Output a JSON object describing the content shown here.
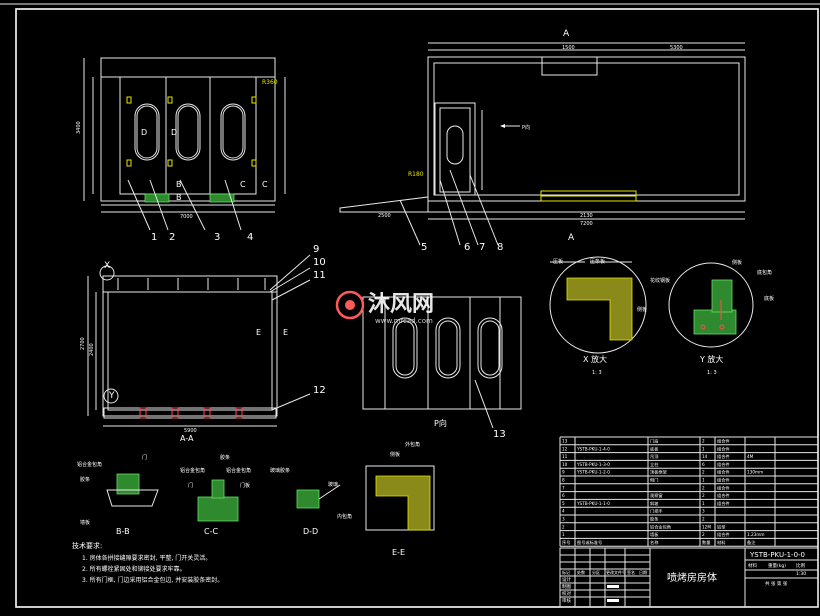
{
  "drawing": {
    "title": "喷烤房房体",
    "drawing_number": "YSTB-PKU-1-0-0",
    "watermark": "沐风网",
    "watermark_url": "www.mfcad.com"
  },
  "views": {
    "front_markers": {
      "d": "D",
      "b": "B",
      "c": "C"
    },
    "top_marker_a": "A",
    "view_aa": "A-A",
    "view_p": "P向",
    "p_arrow": "P向",
    "view_x": "X 放大",
    "view_x_scale": "1: 3",
    "view_y": "Y 放大",
    "view_y_scale": "1: 3",
    "view_bb": "B-B",
    "view_cc": "C-C",
    "view_dd": "D-D",
    "view_ee": "E-E",
    "marker_x": "X",
    "marker_y": "Y",
    "marker_e": "E"
  },
  "dimensions": {
    "front_width": "7000",
    "front_height": "3400",
    "radius": "R360",
    "top_left": "1500",
    "top_right": "5300",
    "side_total": "7200",
    "side_r": "R180",
    "side_2500": "2500",
    "side_2130": "2130",
    "aa_height": "2700",
    "aa_inner": "2400",
    "aa_width": "5900"
  },
  "callouts": [
    "1",
    "2",
    "3",
    "4",
    "5",
    "6",
    "7",
    "8",
    "9",
    "10",
    "11",
    "12",
    "13"
  ],
  "section_labels": {
    "x_top1": "压板",
    "x_top2": "压条板",
    "x_side": "侧板",
    "y_top1": "侧板",
    "y_left": "花纹钢板",
    "y_right1": "底包角",
    "y_right2": "底板",
    "bb_1": "铝合金包角",
    "bb_2": "门",
    "bb_3": "胶条",
    "bb_4": "墙板",
    "cc_1": "胶条",
    "cc_2": "铝合金包角",
    "cc_3": "铝合金包角",
    "cc_4": "门",
    "cc_5": "门板",
    "dd_1": "玻璃胶条",
    "dd_2": "玻璃",
    "ee_1": "侧板",
    "ee_2": "外包角",
    "ee_3": "内包角"
  },
  "notes": {
    "title": "技术要求:",
    "items": [
      "1. 房体各拼接缝隙要求密封, 平整, 门开关灵活。",
      "2. 所有螺栓紧固处和铆接处要求牢靠。",
      "3. 所有门框, 门边采用铝合金包边, 并安装胶条密封。"
    ]
  },
  "parts_list": {
    "rows": [
      {
        "no": "13",
        "code": "",
        "name": "门扇",
        "qty": "2",
        "mat": "组合件",
        "note": ""
      },
      {
        "no": "12",
        "code": "YSTB-PKU-1-4-0",
        "name": "底板",
        "qty": "1",
        "mat": "组合件",
        "note": ""
      },
      {
        "no": "11",
        "code": "",
        "name": "吊顶",
        "qty": "14",
        "mat": "组合件",
        "note": "4M"
      },
      {
        "no": "10",
        "code": "YSTB-PKU-1-3-0",
        "name": "立柱",
        "qty": "6",
        "mat": "组合件",
        "note": ""
      },
      {
        "no": "9",
        "code": "YSTB-PKU-1-2-0",
        "name": "顶板框架",
        "qty": "2",
        "mat": "组合件",
        "note": "130mm"
      },
      {
        "no": "8",
        "code": "",
        "name": "侧门",
        "qty": "1",
        "mat": "组合件",
        "note": ""
      },
      {
        "no": "7",
        "code": "",
        "name": "",
        "qty": "2",
        "mat": "组合件",
        "note": ""
      },
      {
        "no": "6",
        "code": "",
        "name": "观察窗",
        "qty": "2",
        "mat": "组合件",
        "note": ""
      },
      {
        "no": "5",
        "code": "YSTB-PKU-1-1-0",
        "name": "斜坡",
        "qty": "1",
        "mat": "组合件",
        "note": ""
      },
      {
        "no": "4",
        "code": "",
        "name": "门把手",
        "qty": "3",
        "mat": "",
        "note": ""
      },
      {
        "no": "3",
        "code": "",
        "name": "胶条",
        "qty": "2",
        "mat": "",
        "note": ""
      },
      {
        "no": "2",
        "code": "",
        "name": "铝合金包角",
        "qty": "12M",
        "mat": "铝型",
        "note": ""
      },
      {
        "no": "1",
        "code": "",
        "name": "墙板",
        "qty": "2",
        "mat": "组合件",
        "note": "1.23mm"
      }
    ],
    "header": {
      "no": "序号",
      "code": "图号或标准号",
      "name": "名称",
      "qty": "数量",
      "mat": "材料",
      "note": "备注"
    }
  },
  "title_block": {
    "row_labels": [
      "设计",
      "制图",
      "校对",
      "审核"
    ],
    "headers": [
      "标记",
      "处数",
      "分区",
      "更改文件号",
      "签名",
      "日期"
    ],
    "weight_labels": [
      "材料",
      "重量(kg)",
      "比例"
    ],
    "scale": "1:30",
    "sheet": "共 张 第 张"
  }
}
